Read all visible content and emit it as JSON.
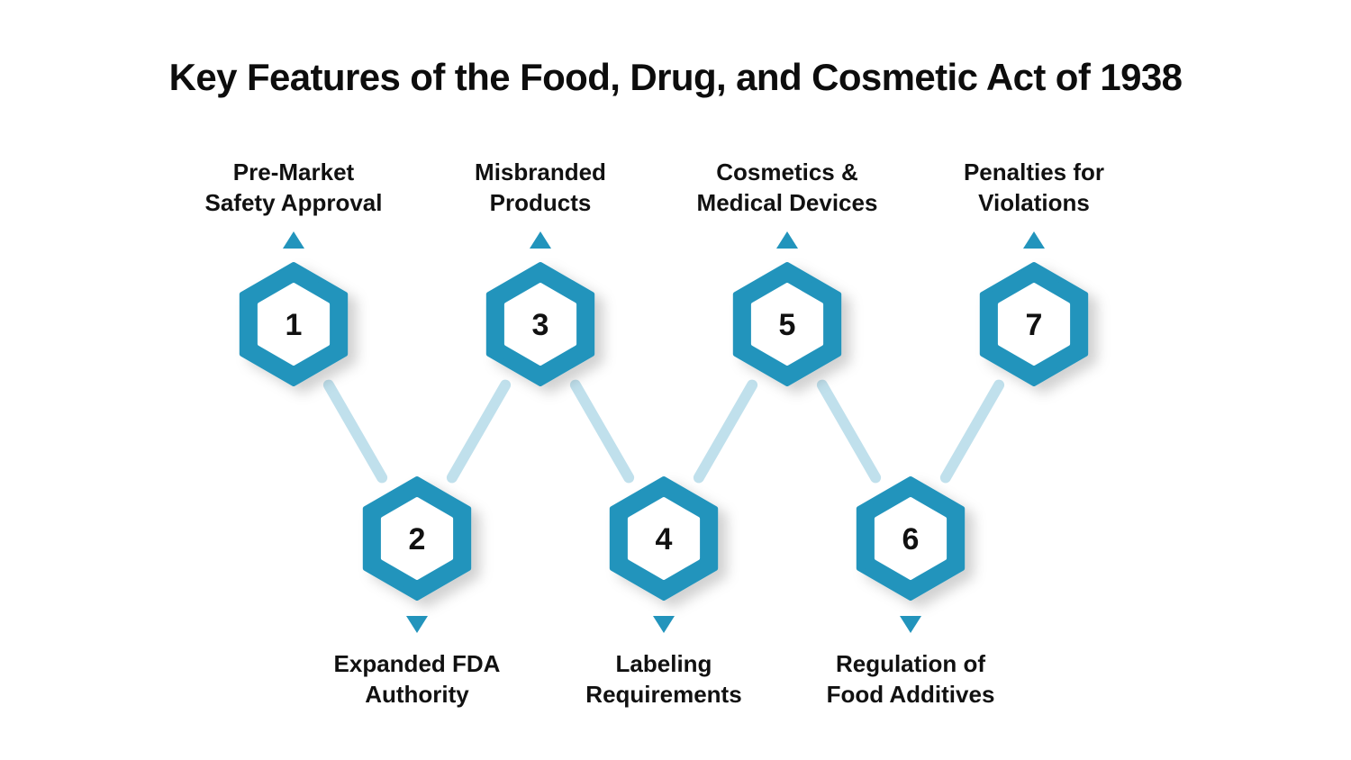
{
  "title": "Key Features of the Food, Drug, and Cosmetic Act of 1938",
  "colors": {
    "hex_outer": "#2294bc",
    "hex_inner": "#ffffff",
    "connector": "#c0e0ec",
    "arrow": "#2294bc"
  },
  "items": [
    {
      "number": "1",
      "label": "Pre-Market\nSafety Approval"
    },
    {
      "number": "2",
      "label": "Expanded FDA\nAuthority"
    },
    {
      "number": "3",
      "label": "Misbranded\nProducts"
    },
    {
      "number": "4",
      "label": "Labeling\nRequirements"
    },
    {
      "number": "5",
      "label": "Cosmetics &\nMedical Devices"
    },
    {
      "number": "6",
      "label": "Regulation of\nFood Additives"
    },
    {
      "number": "7",
      "label": "Penalties for\nViolations"
    }
  ]
}
